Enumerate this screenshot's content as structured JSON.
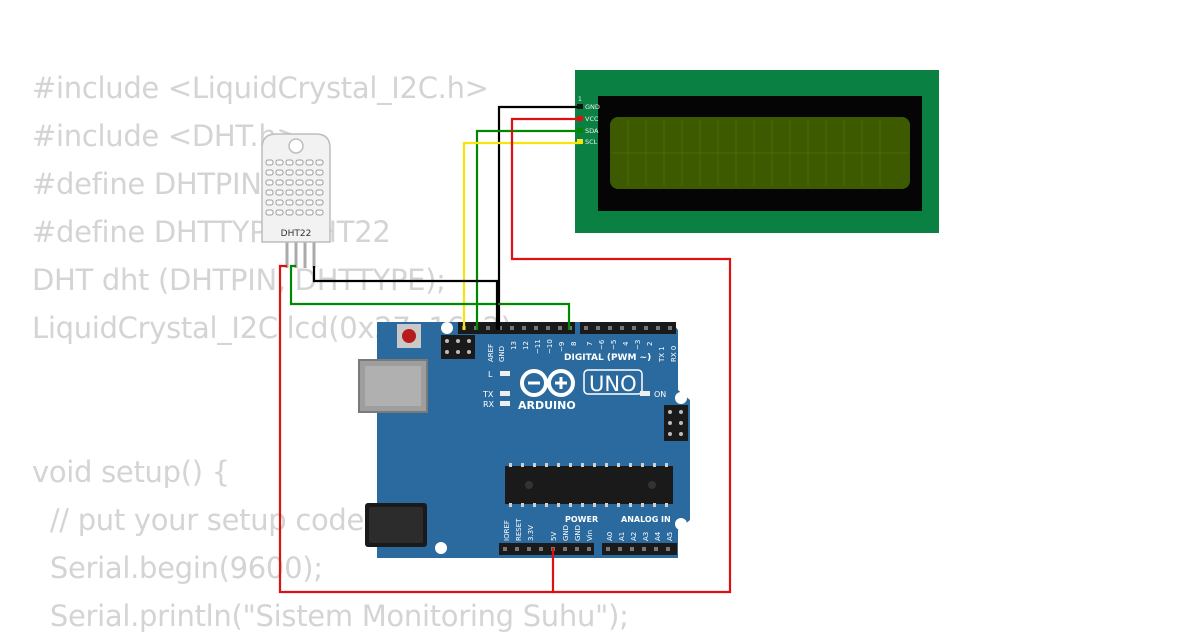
{
  "code": {
    "lines": [
      "#include <LiquidCrystal_I2C.h>",
      "#include <DHT.h>",
      "#define DHTPIN 8",
      "#define DHTTYPE DHT22",
      "DHT dht (DHTPIN, DHTTYPE);",
      "LiquidCrystal_I2C lcd(0x27, 16, 2);",
      "",
      "",
      "void setup() {",
      "  // put your setup code here, to run once:",
      "  Serial.begin(9600);",
      "  Serial.println(\"Sistem Monitoring Suhu\");"
    ]
  },
  "sensor": {
    "label": "DHT22"
  },
  "lcd": {
    "pin_number": "1",
    "pins": [
      "GND",
      "VCC",
      "SDA",
      "SCL"
    ]
  },
  "arduino": {
    "brand": "ARDUINO",
    "model": "UNO",
    "digital_label": "DIGITAL (PWM ~)",
    "power_label": "POWER",
    "analog_label": "ANALOG IN",
    "on_label": "ON",
    "l_label": "L",
    "tx_label": "TX",
    "rx_label": "RX",
    "digital_pins": [
      "AREF",
      "GND",
      "13",
      "12",
      "~11",
      "~10",
      "~9",
      "8",
      "7",
      "~6",
      "~5",
      "4",
      "~3",
      "2",
      "TX 1",
      "RX 0"
    ],
    "power_pins": [
      "IOREF",
      "RESET",
      "3.3V",
      "5V",
      "GND",
      "GND",
      "Vin"
    ],
    "analog_pins": [
      "A0",
      "A1",
      "A2",
      "A3",
      "A4",
      "A5"
    ]
  },
  "colors": {
    "code_text": "#d4d4d4",
    "board": "#2b6a9e",
    "lcd_pcb": "#0b8043",
    "lcd_screen": "#3d5a00",
    "wire_gnd": "#000000",
    "wire_vcc": "#dd1111",
    "wire_sda": "#008800",
    "wire_scl": "#f5e50a"
  }
}
